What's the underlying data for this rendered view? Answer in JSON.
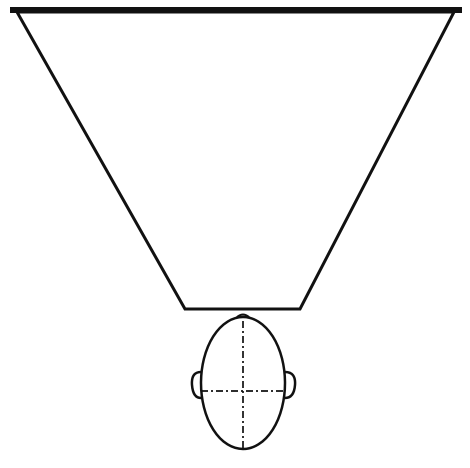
{
  "diagram": {
    "colors": {
      "background": "#ffffff",
      "stroke": "#111111"
    },
    "shapes": [
      "top-bar",
      "trapezoid-field",
      "head-ellipse",
      "nose-bump",
      "left-ear",
      "right-ear",
      "vertical-midline",
      "horizontal-midline"
    ]
  }
}
